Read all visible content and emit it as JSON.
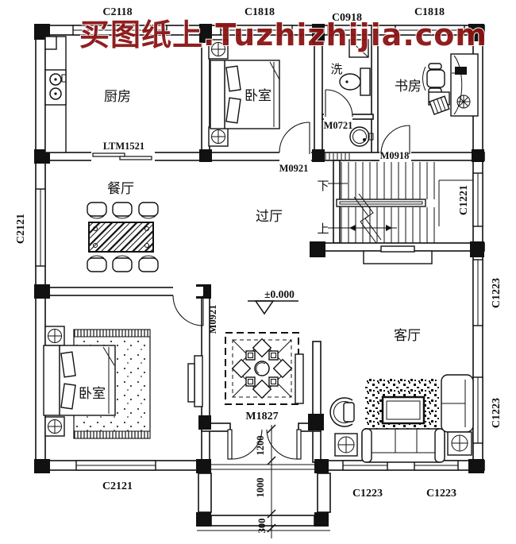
{
  "watermark": {
    "text": "买图纸上.Tuzhizhijia.com",
    "color": "#8b1414"
  },
  "floor_plan": {
    "rooms": {
      "kitchen": "厨房",
      "bedroom_top": "卧室",
      "bath": "洗",
      "study": "书房",
      "dining": "餐厅",
      "hall": "过厅",
      "bedroom_bottom": "卧室",
      "living": "客厅"
    },
    "stairs": {
      "down": "下",
      "up": "上"
    },
    "level": "±0.000",
    "windows": {
      "top": [
        "C2118",
        "C1818",
        "C0918",
        "C1818"
      ],
      "left": [
        "C2121"
      ],
      "right": [
        "C1221",
        "C1223",
        "C1223"
      ],
      "bottom": [
        "C2121",
        "C1223",
        "C1223"
      ]
    },
    "doors": {
      "kitchen": "LTM1521",
      "bath": "M0721",
      "study": "M0918",
      "bedroom_top": "M0921",
      "bedroom_bottom": "M0921",
      "entrance": "M1827"
    },
    "dims": {
      "entry": "1200",
      "porch": "1000",
      "step": "300"
    }
  }
}
